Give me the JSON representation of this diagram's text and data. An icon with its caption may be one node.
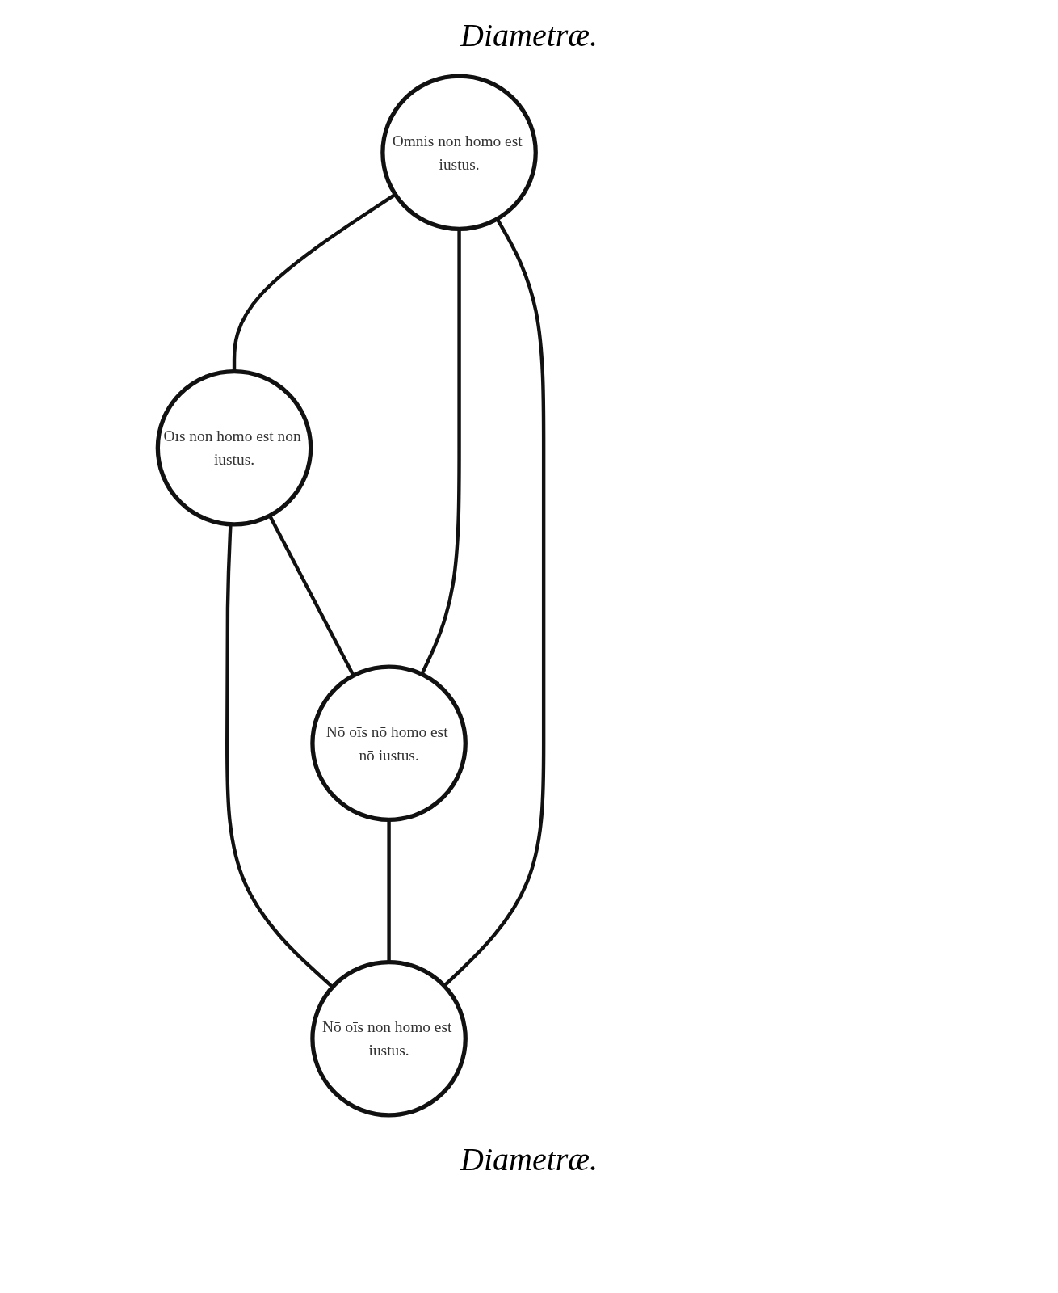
{
  "diagram": {
    "nodes": [
      {
        "text": [
          "Omnis non homo est iustus."
        ]
      },
      {
        "text": [
          "Oīs non homo est non iustus."
        ]
      },
      {
        "text": [
          "Nō oīs nō homo est nō iustus."
        ]
      },
      {
        "text": [
          "Nō oīs non homo est iustus."
        ]
      }
    ],
    "edges": [
      {
        "from": 0,
        "to": 1,
        "arrow": "none"
      },
      {
        "from": 0,
        "to": 2,
        "arrow": "none"
      },
      {
        "from": 1,
        "to": 3,
        "arrow": "none"
      },
      {
        "from": 0,
        "to": 3,
        "arrow": "none"
      },
      {
        "from": 1,
        "to": 2,
        "arrow": "none"
      },
      {
        "from": 2,
        "to": 3,
        "arrow": "none"
      }
    ],
    "labels": [
      "Diametræ.",
      "Diametræ."
    ]
  }
}
